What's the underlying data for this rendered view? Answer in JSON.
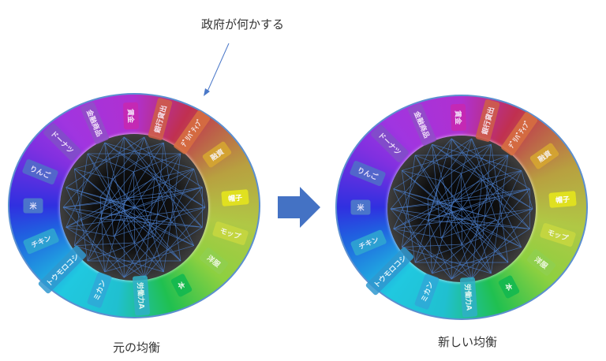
{
  "annotation": "政府が何かする",
  "left_caption": "元の均衡",
  "right_caption": "新しい均衡",
  "labels": [
    "賃金",
    "銀行貸出",
    "ﾃﾞﾘﾊﾞﾃｨﾌﾞ",
    "融資",
    "帽子",
    "モップ",
    "洋服",
    "本",
    "労働力A",
    "ミカン",
    "トウモロコシ",
    "チキン",
    "米",
    "りんご",
    "ドーナツ",
    "金融商品"
  ],
  "label_colors": [
    "#c828b0",
    "#d06048",
    "#d87040",
    "#d8a830",
    "#e0e020",
    "#c8d840",
    "#90d050",
    "#10b850",
    "#30b0c8",
    "#30a8d8",
    "#3098d0",
    "#30a8d0",
    "#5080c8",
    "#5070c8",
    "#8050c8",
    "#9050c8"
  ]
}
